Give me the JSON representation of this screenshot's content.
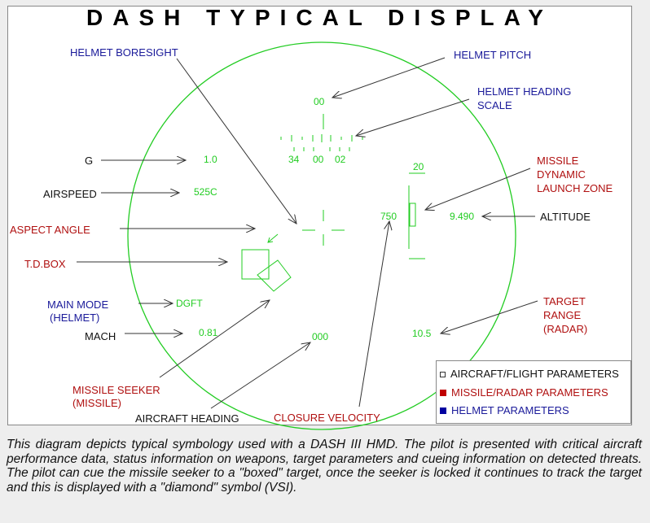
{
  "title": "DASH TYPICAL DISPLAY",
  "labels": {
    "helmet_boresight": "HELMET BORESIGHT",
    "helmet_pitch": "HELMET PITCH",
    "helmet_heading_scale_1": "HELMET HEADING",
    "helmet_heading_scale_2": "SCALE",
    "g": "G",
    "airspeed": "AIRSPEED",
    "aspect_angle": "ASPECT ANGLE",
    "td_box": "T.D.BOX",
    "main_mode_1": "MAIN MODE",
    "main_mode_2": "(HELMET)",
    "mach": "MACH",
    "missile_seeker_1": "MISSILE SEEKER",
    "missile_seeker_2": "(MISSILE)",
    "aircraft_heading": "AIRCRAFT HEADING",
    "closure_velocity": "CLOSURE VELOCITY",
    "missile_dlz_1": "MISSILE",
    "missile_dlz_2": "DYNAMIC",
    "missile_dlz_3": "LAUNCH ZONE",
    "altitude": "ALTITUDE",
    "target_range_1": "TARGET",
    "target_range_2": "RANGE",
    "target_range_3": "(RADAR)"
  },
  "hud": {
    "pitch": "00",
    "heading_left": "34",
    "heading_center": "00",
    "heading_right": "02",
    "g_value": "1.0",
    "airspeed_value": "525C",
    "dlz_top": "20",
    "closure_value": "750",
    "altitude_value": "9.490",
    "mode_value": "DGFT",
    "mach_value": "0.81",
    "range_value": "10.5",
    "aircraft_heading_value": "000"
  },
  "legend": {
    "items": [
      {
        "label": "AIRCRAFT/FLIGHT PARAMETERS",
        "color": "#ffffff"
      },
      {
        "label": "MISSILE/RADAR PARAMETERS",
        "color": "#c00000"
      },
      {
        "label": "HELMET PARAMETERS",
        "color": "#0000a0"
      }
    ]
  },
  "colors": {
    "symbology": "#22cc22",
    "helmet": "#1a1a9a",
    "missile": "#b01010",
    "aircraft": "#111111"
  },
  "caption": "This diagram depicts typical symbology used with a DASH III HMD. The pilot is presented with critical aircraft performance data, status information on weapons, target parameters and cueing information on detected threats. The pilot can cue the missile seeker to a \"boxed\" target, once the seeker is locked it continues to track the target and this is displayed with a \"diamond\" symbol (VSI)."
}
